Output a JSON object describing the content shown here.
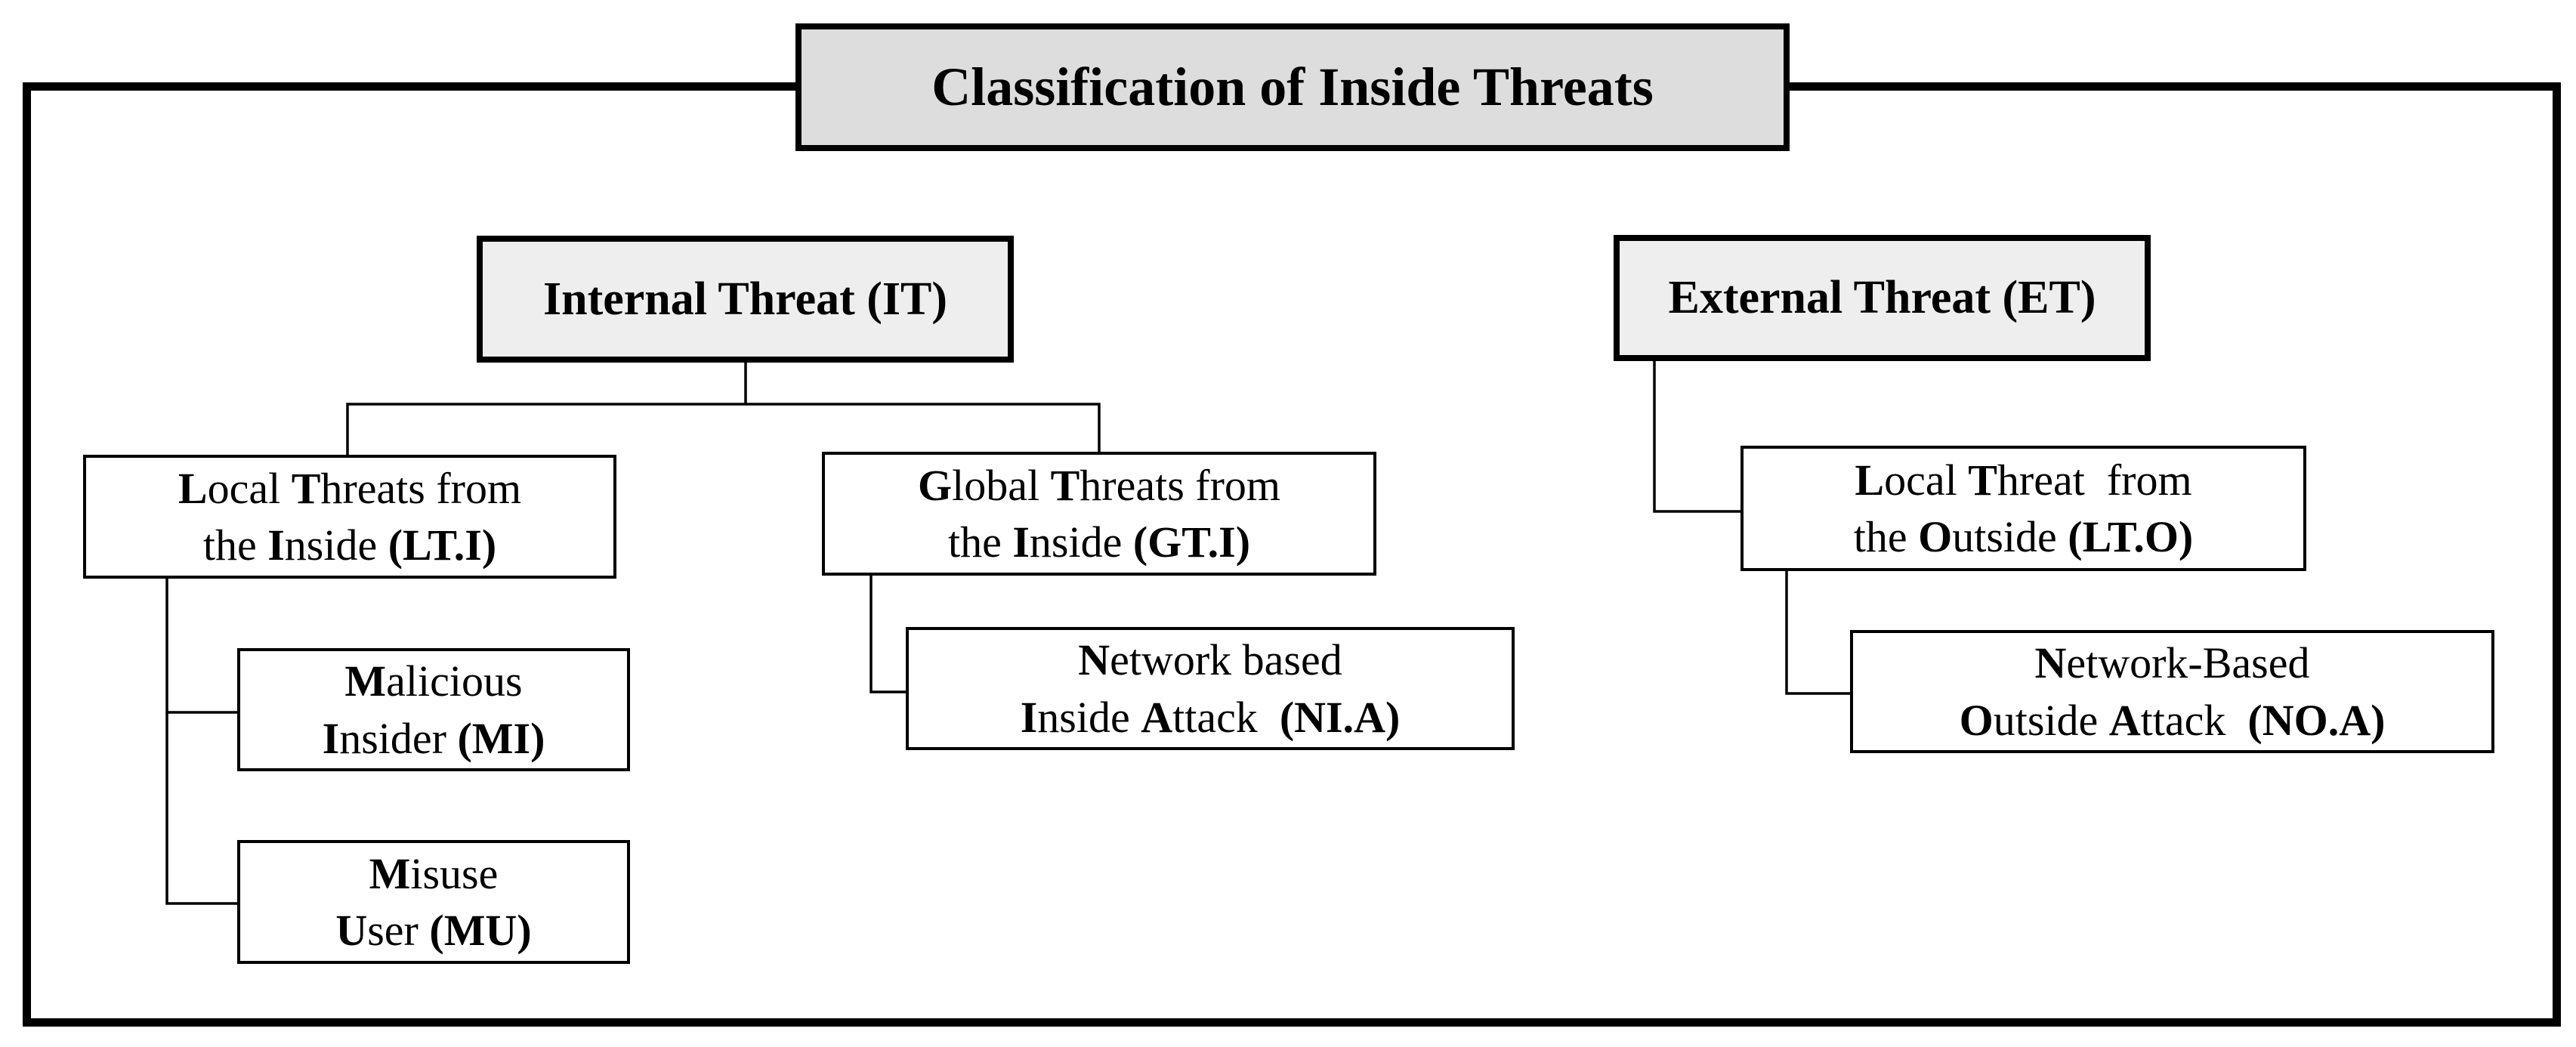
{
  "title": "Classification of Inside Threats",
  "nodes": {
    "it": {
      "lines": [
        [
          [
            "Internal Threat (IT)",
            false
          ]
        ]
      ]
    },
    "et": {
      "lines": [
        [
          [
            "External Threat (ET)",
            false
          ]
        ]
      ]
    },
    "lti": {
      "lines": [
        [
          [
            "L",
            true
          ],
          [
            "ocal ",
            false
          ],
          [
            "T",
            true
          ],
          [
            "hreats from",
            false
          ]
        ],
        [
          [
            "the ",
            false
          ],
          [
            "I",
            true
          ],
          [
            "nside ",
            false
          ],
          [
            "(LT.I)",
            true
          ]
        ]
      ]
    },
    "gti": {
      "lines": [
        [
          [
            "G",
            true
          ],
          [
            "lobal ",
            false
          ],
          [
            "T",
            true
          ],
          [
            "hreats from",
            false
          ]
        ],
        [
          [
            "the ",
            false
          ],
          [
            "I",
            true
          ],
          [
            "nside ",
            false
          ],
          [
            "(GT.I)",
            true
          ]
        ]
      ]
    },
    "lto": {
      "lines": [
        [
          [
            "L",
            true
          ],
          [
            "ocal ",
            false
          ],
          [
            "T",
            true
          ],
          [
            "hreat  from",
            false
          ]
        ],
        [
          [
            "the ",
            false
          ],
          [
            "O",
            true
          ],
          [
            "utside ",
            false
          ],
          [
            "(LT.O)",
            true
          ]
        ]
      ]
    },
    "mi": {
      "lines": [
        [
          [
            "M",
            true
          ],
          [
            "alicious",
            false
          ]
        ],
        [
          [
            "I",
            true
          ],
          [
            "nsider ",
            false
          ],
          [
            "(MI)",
            true
          ]
        ]
      ]
    },
    "mu": {
      "lines": [
        [
          [
            "M",
            true
          ],
          [
            "isuse",
            false
          ]
        ],
        [
          [
            "U",
            true
          ],
          [
            "ser ",
            false
          ],
          [
            "(MU)",
            true
          ]
        ]
      ]
    },
    "nia": {
      "lines": [
        [
          [
            "N",
            true
          ],
          [
            "etwork based",
            false
          ]
        ],
        [
          [
            "I",
            true
          ],
          [
            "nside ",
            false
          ],
          [
            "A",
            true
          ],
          [
            "ttack  ",
            false
          ],
          [
            "(NI.A)",
            true
          ]
        ]
      ]
    },
    "noa": {
      "lines": [
        [
          [
            "N",
            true
          ],
          [
            "etwork-Based",
            false
          ]
        ],
        [
          [
            "O",
            true
          ],
          [
            "utside ",
            false
          ],
          [
            "A",
            true
          ],
          [
            "ttack  ",
            false
          ],
          [
            "(NO.A)",
            true
          ]
        ]
      ]
    }
  }
}
